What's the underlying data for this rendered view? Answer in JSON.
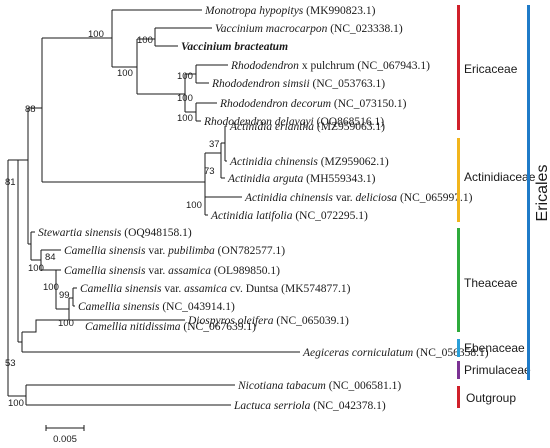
{
  "taxa": [
    {
      "genus": "Monotropa hypopitys",
      "suffix": " (MK990823.1)",
      "bold": false
    },
    {
      "genus": "Vaccinium macrocarpon",
      "suffix": " (NC_023338.1)",
      "bold": false
    },
    {
      "genus": "Vaccinium bracteatum",
      "suffix": "",
      "bold": true
    },
    {
      "genus": "Rhododendron",
      "suffix": " x pulchrum (NC_067943.1)",
      "bold": false
    },
    {
      "genus": "Rhododendron simsii",
      "suffix": " (NC_053763.1)",
      "bold": false
    },
    {
      "genus": "Rhododendron decorum",
      "suffix": " (NC_073150.1)",
      "bold": false
    },
    {
      "genus": "Rhododendron delavayi",
      "suffix": " (OQ868516.1)",
      "bold": false
    },
    {
      "genus": "Actinidia eriantha",
      "suffix": " (MZ959063.1)",
      "bold": false
    },
    {
      "genus": "Actinidia chinensis",
      "suffix": " (MZ959062.1)",
      "bold": false
    },
    {
      "genus": "Actinidia arguta",
      "suffix": " (MH559343.1)",
      "bold": false
    },
    {
      "genus": "Actinidia chinensis",
      "suffix": " var. ",
      "genus2": "deliciosa",
      "suffix2": " (NC_065997.1)",
      "bold": false
    },
    {
      "genus": "Actinidia latifolia",
      "suffix": " (NC_072295.1)",
      "bold": false
    },
    {
      "genus": "Stewartia sinensis",
      "suffix": " (OQ948158.1)",
      "bold": false
    },
    {
      "genus": "Camellia sinensis",
      "suffix": " var. ",
      "genus2": "pubilimba",
      "suffix2": " (ON782577.1)",
      "bold": false
    },
    {
      "genus": "Camellia sinensis",
      "suffix": " var. ",
      "genus2": "assamica",
      "suffix2": " (OL989850.1)",
      "bold": false
    },
    {
      "genus": "Camellia sinensis",
      "suffix": " var. ",
      "genus2": "assamica",
      "suffix2": " cv. Duntsa  (MK574877.1)",
      "bold": false
    },
    {
      "genus": "Camellia sinensis",
      "suffix": " (NC_043914.1)",
      "bold": false
    },
    {
      "genus": "Camellia nitidissima",
      "suffix": " (NC_067639.1)",
      "bold": false
    },
    {
      "genus": "Diospyros oleifera",
      "suffix": " (NC_065039.1)",
      "bold": false
    },
    {
      "genus": "Aegiceras corniculatum",
      "suffix": " (NC_056358.1)",
      "bold": false
    },
    {
      "genus": "Nicotiana tabacum",
      "suffix": " (NC_006581.1)",
      "bold": false
    },
    {
      "genus": "Lactuca serriola",
      "suffix": " (NC_042378.1)",
      "bold": false
    }
  ],
  "support_values": {
    "monotropa_vaccinium": "100",
    "vaccinium": "100",
    "ericaceae_core": "100",
    "rhododendron_a": "100",
    "rhododendron_b": "100",
    "rhododendron_c": "100",
    "ericaceae_actinidiaceae": "88",
    "actinidia_a": "37",
    "actinidia_b": "73",
    "actinidia_c": "100",
    "ericales_core": "81",
    "theaceae": "100",
    "camellia_a": "84",
    "camellia_b": "100",
    "camellia_c": "99",
    "camellia_d": "100",
    "ericales": "53",
    "outgroup": "100"
  },
  "families": [
    {
      "name": "Ericaceae",
      "color": "#d0202a"
    },
    {
      "name": "Actinidiaceae",
      "color": "#f2b51c"
    },
    {
      "name": "Theaceae",
      "color": "#2fab3c"
    },
    {
      "name": "Ebenaceae",
      "color": "#2a9fd8"
    },
    {
      "name": "Primulaceae",
      "color": "#7b3294"
    },
    {
      "name": "Outgroup",
      "color": "#d0202a"
    }
  ],
  "order": {
    "name": "Ericales",
    "color": "#1f7bc8"
  },
  "scale_bar": {
    "label": "0.005"
  }
}
